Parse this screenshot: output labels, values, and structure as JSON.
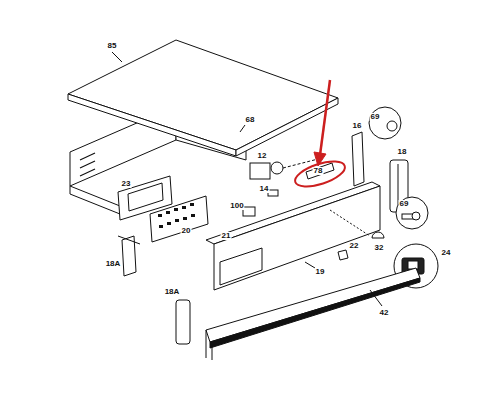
{
  "diagram": {
    "labels": [
      "85",
      "68",
      "12",
      "16",
      "69",
      "78",
      "18",
      "14",
      "23",
      "20",
      "100",
      "21",
      "32",
      "69",
      "22",
      "19",
      "18A",
      "24",
      "18A",
      "42"
    ]
  }
}
